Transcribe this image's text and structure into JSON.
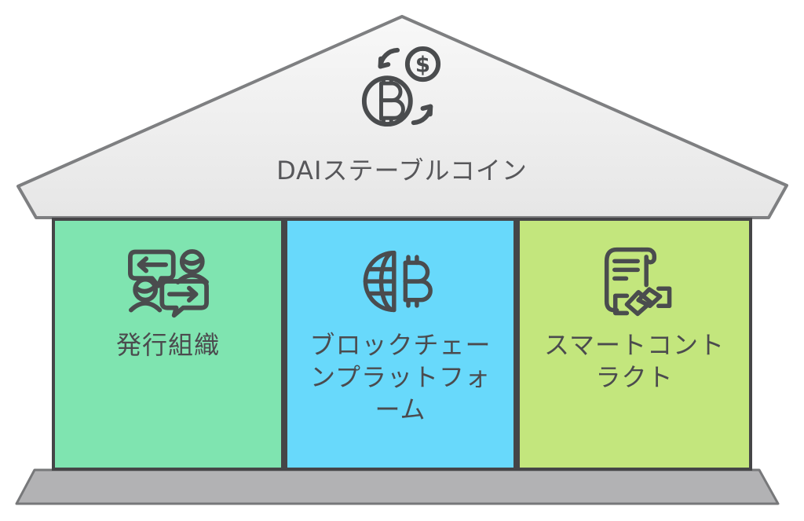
{
  "title": "DAIステーブルコイン",
  "roof": {
    "icon": "currency-exchange-icon",
    "fill_top": "#f7f7f7",
    "fill_bottom": "#e7e7e7",
    "stroke": "#7e7f81"
  },
  "base": {
    "fill": "#b2b2b4",
    "stroke": "#77787a"
  },
  "pillars": [
    {
      "id": "issuing-organization",
      "label": "発行組織",
      "color": "#7fe4b0",
      "icon": "people-chat-icon"
    },
    {
      "id": "blockchain-platform",
      "label": "ブロックチェー\nンプラットフォ\nーム",
      "color": "#68d9fb",
      "icon": "globe-bitcoin-icon"
    },
    {
      "id": "smart-contract",
      "label": "スマートコント\nラクト",
      "color": "#c3e67d",
      "icon": "contract-handshake-icon"
    }
  ],
  "colors": {
    "title_text": "#57575a",
    "label_text": "#4b4b4e",
    "icon_stroke": "#4a4c4e",
    "pillar_border": "#454547"
  }
}
